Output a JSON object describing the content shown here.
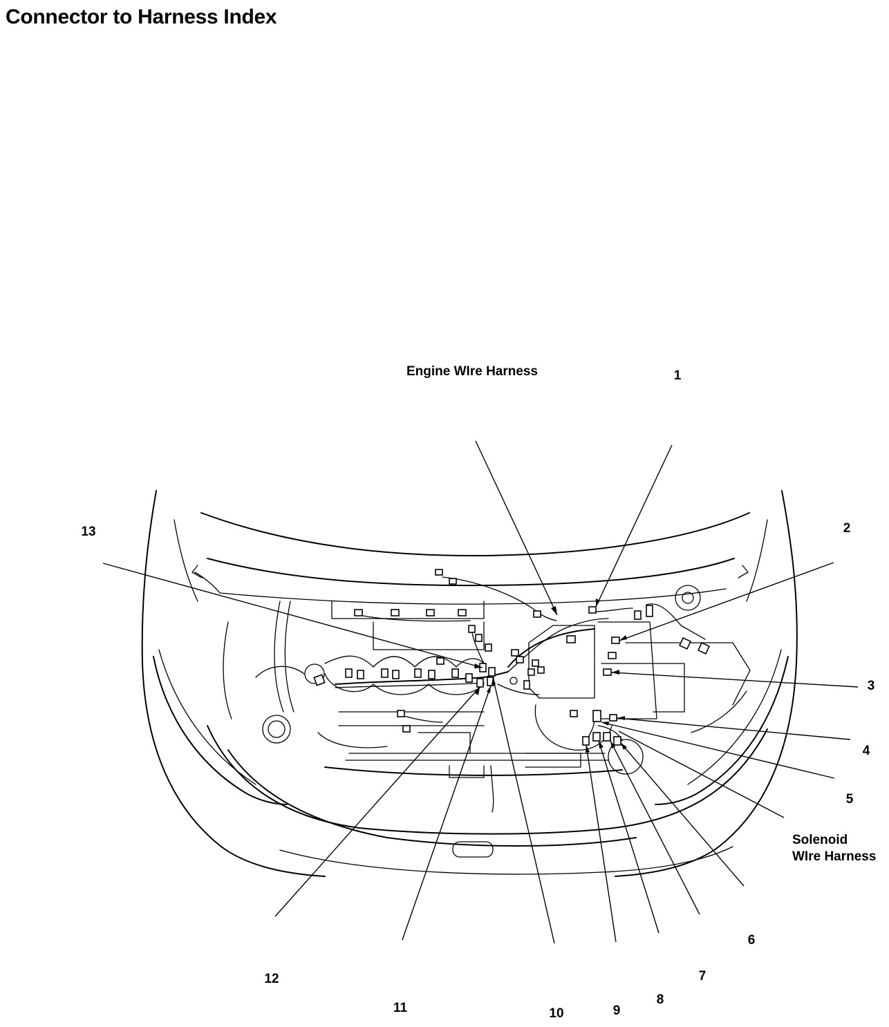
{
  "title": "Connector to Harness Index",
  "labels": {
    "engine_harness": "Engine WIre Harness",
    "solenoid_harness_line1": "Solenoid",
    "solenoid_harness_line2": "WIre Harness"
  },
  "callouts": [
    "1",
    "2",
    "3",
    "4",
    "5",
    "6",
    "7",
    "8",
    "9",
    "10",
    "11",
    "12",
    "13"
  ],
  "colors": {
    "ink": "#000000",
    "background": "#ffffff"
  }
}
